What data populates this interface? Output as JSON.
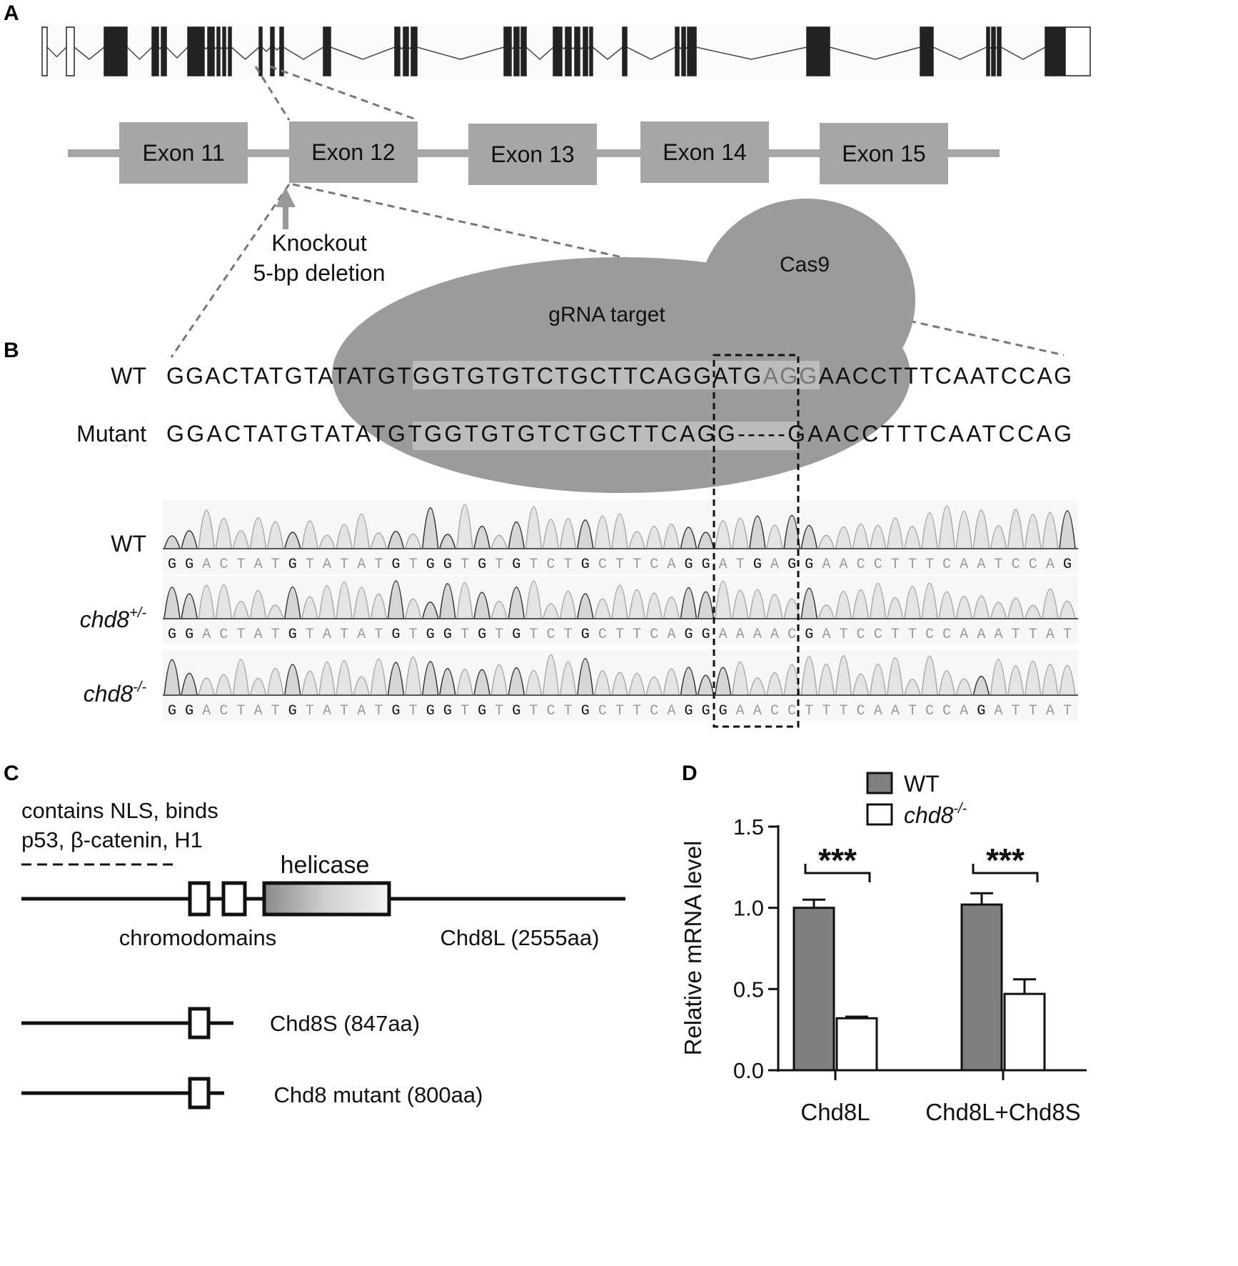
{
  "panels": {
    "a": "A",
    "b": "B",
    "c": "C",
    "d": "D"
  },
  "panel_a": {
    "exons": [
      "Exon 11",
      "Exon 12",
      "Exon 13",
      "Exon 14",
      "Exon 15"
    ],
    "knockout_line1": "Knockout",
    "knockout_line2": "5-bp deletion"
  },
  "panel_b": {
    "cas9_label": "Cas9",
    "grna_label": "gRNA target",
    "wt_label": "WT",
    "mutant_label": "Mutant",
    "wt_seq": {
      "pre": "GGACTATGTATATGTGGTGTGTCTGCTTCAGGATG",
      "pam": "AGG",
      "post": "AACCTTTCAATCCAG"
    },
    "mutant_seq": {
      "pre": "GGACTATGTATATGTGGTGTGTCTGCTTCAGG",
      "gap": "-----",
      "post": "GAACCTTTCAATCCAG"
    },
    "chromatograms": [
      {
        "label": "WT",
        "sup": "",
        "bases": "GGACTATGTATATGTGGTGTGTCTGCTTCAGGATGAGGAACCTTTCAATCCAG"
      },
      {
        "label": "chd8",
        "sup": "+/-",
        "bases": "GGACTATGTATATGTGGTGTGTCTGCTTCAGGAAAACGATCCTTCCAAATTAT"
      },
      {
        "label": "chd8",
        "sup": "-/-",
        "bases": "GGACTATGTATATGTGGTGTGTCTGCTTCAGGGAACCTTTCAATCCAGATTAT"
      }
    ]
  },
  "panel_c": {
    "note_line1": "contains NLS, binds",
    "note_line2": "p53, β-catenin, H1",
    "helicase": "helicase",
    "chromodomains": "chromodomains",
    "long": "Chd8L (2555aa)",
    "short": "Chd8S (847aa)",
    "mutant": "Chd8 mutant (800aa)"
  },
  "chart_data": {
    "type": "bar",
    "title": "",
    "xlabel": "",
    "ylabel": "Relative mRNA level",
    "ylim": [
      0,
      1.5
    ],
    "yticks": [
      "0.0",
      "0.5",
      "1.0",
      "1.5"
    ],
    "categories": [
      "Chd8L",
      "Chd8L+Chd8S"
    ],
    "legend_placement": "top",
    "series": [
      {
        "name": "WT",
        "sup": "",
        "color": "#7f7f7f",
        "values": [
          1.0,
          1.02
        ],
        "errors": [
          0.05,
          0.07
        ]
      },
      {
        "name": "chd8",
        "sup": "-/-",
        "color": "#ffffff",
        "values": [
          0.32,
          0.47
        ],
        "errors": [
          0.01,
          0.09
        ]
      }
    ],
    "significance": [
      "***",
      "***"
    ]
  }
}
